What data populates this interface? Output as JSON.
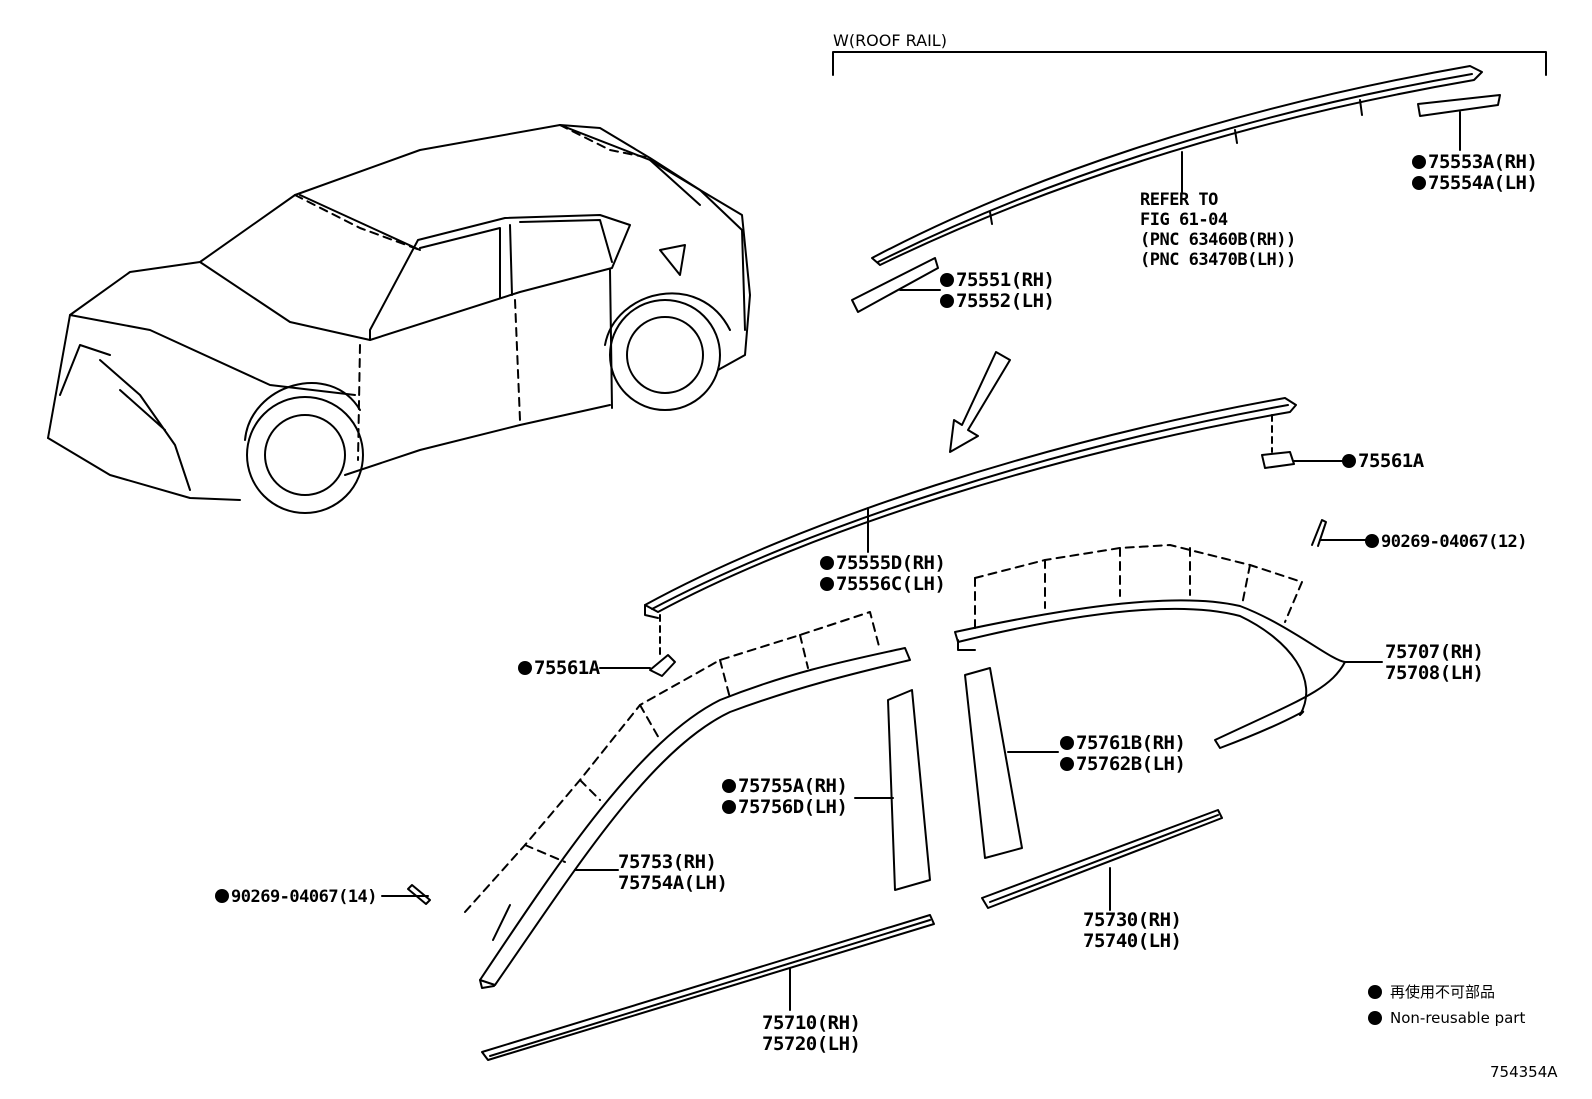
{
  "roof_rail_group": "W(ROOF RAIL)",
  "refer": [
    "REFER TO",
    "FIG 61-04",
    "(PNC 63460B(RH))",
    "(PNC 63470B(LH))"
  ],
  "parts": [
    {
      "id": "p1",
      "lines": [
        "75553A(RH)",
        "75554A(LH)"
      ],
      "non_reusable": true
    },
    {
      "id": "p2",
      "lines": [
        "75551(RH)",
        "75552(LH)"
      ],
      "non_reusable": true
    },
    {
      "id": "p3",
      "lines": [
        "75561A"
      ],
      "non_reusable": true
    },
    {
      "id": "p4",
      "lines": [
        "75555D(RH)",
        "75556C(LH)"
      ],
      "non_reusable": true
    },
    {
      "id": "p5",
      "lines": [
        "90269-04067(12)"
      ],
      "non_reusable": true
    },
    {
      "id": "p6",
      "lines": [
        "75561A"
      ],
      "non_reusable": true
    },
    {
      "id": "p7",
      "lines": [
        "75707(RH)",
        "75708(LH)"
      ],
      "non_reusable": false
    },
    {
      "id": "p8",
      "lines": [
        "75761B(RH)",
        "75762B(LH)"
      ],
      "non_reusable": true
    },
    {
      "id": "p9",
      "lines": [
        "75755A(RH)",
        "75756D(LH)"
      ],
      "non_reusable": true
    },
    {
      "id": "p10",
      "lines": [
        "75753(RH)",
        "75754A(LH)"
      ],
      "non_reusable": false
    },
    {
      "id": "p11",
      "lines": [
        "90269-04067(14)"
      ],
      "non_reusable": true
    },
    {
      "id": "p12",
      "lines": [
        "75730(RH)",
        "75740(LH)"
      ],
      "non_reusable": false
    },
    {
      "id": "p13",
      "lines": [
        "75710(RH)",
        "75720(LH)"
      ],
      "non_reusable": false
    }
  ],
  "legend": {
    "jp": "再使用不可部品",
    "en": "Non-reusable part"
  },
  "figure_code": "754354A"
}
